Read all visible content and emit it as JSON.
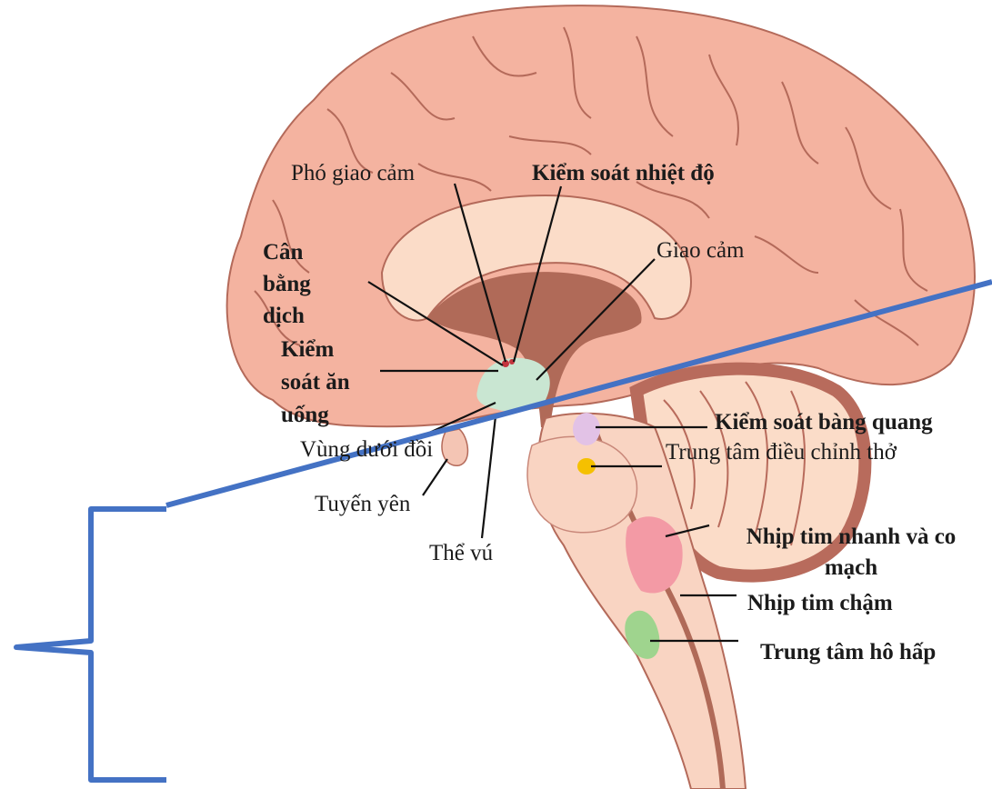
{
  "labels": {
    "pho_giao_cam": "Phó giao cảm",
    "kiem_soat_nhiet_do": "Kiểm soát nhiệt độ",
    "can_bang_dich": [
      "Cân",
      "bằng",
      "dịch"
    ],
    "giao_cam": "Giao cảm",
    "kiem_soat_an_uong": [
      "Kiểm",
      "soát ăn",
      "uống"
    ],
    "vung_duoi_doi": "Vùng dưới đồi",
    "tuyen_yen": "Tuyến yên",
    "the_vu": "Thể vú",
    "kiem_soat_bang_quang": "Kiểm soát bàng quang",
    "trung_tam_dieu_chinh_tho": "Trung tâm điều chỉnh thở",
    "nhip_tim_nhanh": [
      "Nhịp tim nhanh và co",
      "mạch"
    ],
    "nhip_tim_cham": "Nhịp tim chậm",
    "trung_tam_ho_hap": "Trung tâm hô hấp"
  },
  "colors": {
    "cortex": "#f4b3a0",
    "cortex_outline": "#b46a5a",
    "inner": "#fbdcc8",
    "ventricle": "#b06a58",
    "hypothalamus": "#c9e6d2",
    "brainstem": "#f9d4c2",
    "cerebellum_band": "#b86b5c",
    "bladder": "#e2c2e6",
    "breathing": "#f5c000",
    "tachy": "#f39aa5",
    "resp": "#9fd48e",
    "blue_line": "#4472c4"
  }
}
